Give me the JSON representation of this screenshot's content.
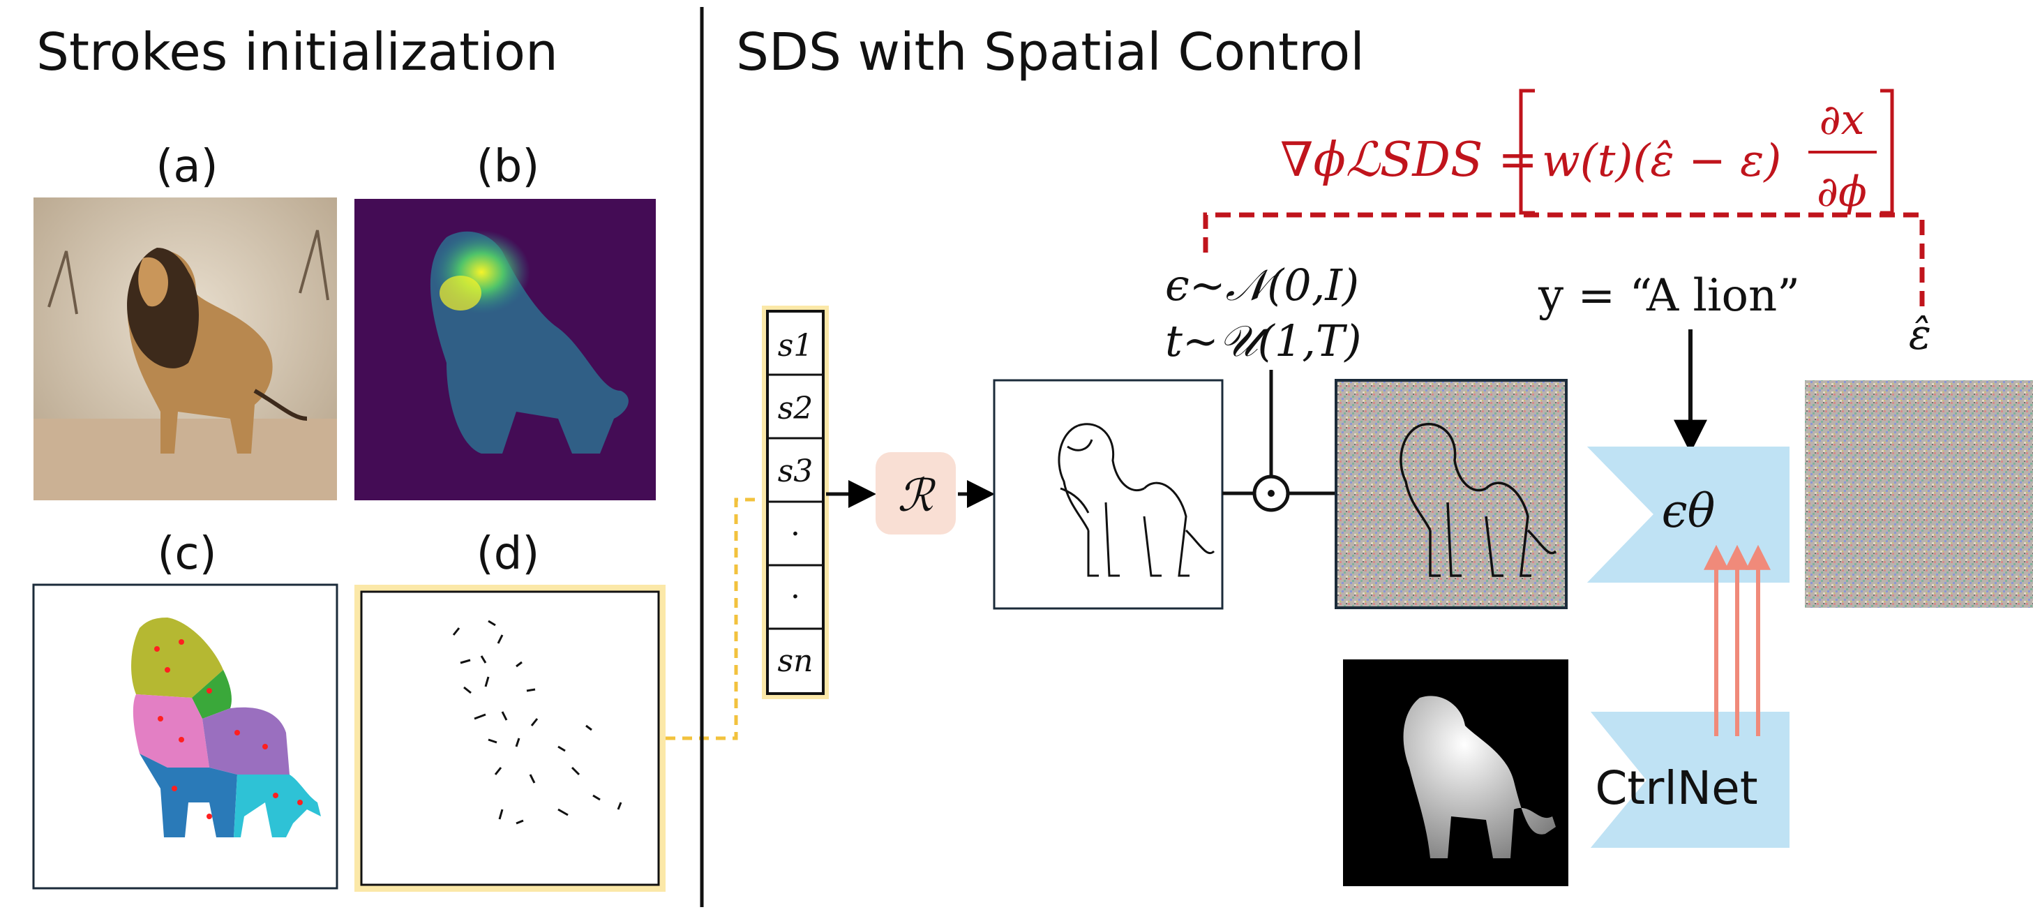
{
  "left_panel": {
    "title": "Strokes initialization",
    "labels": {
      "a": "(a)",
      "b": "(b)",
      "c": "(c)",
      "d": "(d)"
    }
  },
  "right_panel": {
    "title": "SDS with Spatial Control",
    "equation": {
      "lhs": "∇ϕℒSDS =",
      "term": "w(t)(ε̂ − ε)",
      "numerator": "∂x",
      "denominator": "∂ϕ"
    },
    "noise_eps": "ϵ~𝒩(0,I)",
    "noise_t": "t~𝒰(1,T)",
    "prompt": "y = “A lion”",
    "eps_hat": "ε̂",
    "stroke_list": [
      "s1",
      "s2",
      "s3",
      "·",
      "·",
      "sn"
    ],
    "stroke_subscripts": [
      "1",
      "2",
      "3",
      "",
      "",
      "n"
    ],
    "renderer": "ℛ",
    "dot_op": "⊙",
    "unet_label": "ϵθ",
    "ctrlnet_label": "CtrlNet"
  },
  "colors": {
    "accent_red": "#c0141c",
    "highlight_yellow": "#f5d36b",
    "dashed_yellow": "#f2c23d",
    "renderer_bg": "#f9dfd4",
    "unet_blue": "#bfe2f4",
    "control_arrow": "#f08a7a"
  },
  "icons": [
    "lion-photo",
    "attention-heatmap",
    "segmentation-map",
    "initial-strokes",
    "lion-sketch",
    "noisy-sketch",
    "noise-prediction",
    "depth-map"
  ]
}
